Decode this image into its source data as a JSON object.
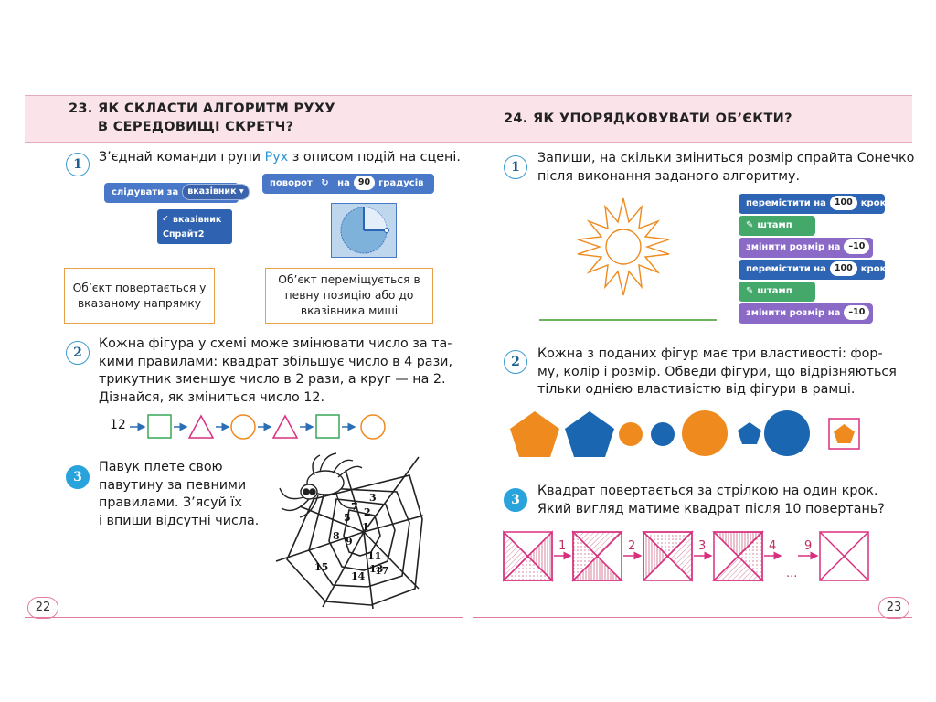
{
  "left": {
    "section_number": "23.",
    "section_title_1": "ЯК СКЛАСТИ АЛГОРИТМ РУХУ",
    "section_title_2": "В СЕРЕДОВИЩІ СКРЕТЧ?",
    "task1": {
      "num": "1",
      "text_before": "З’єднай команди групи ",
      "text_highlight": "Рух",
      "text_after": " з описом подій на сцені.",
      "block_follow": "слідувати за",
      "block_follow_value": "вказівник",
      "dropdown_items": [
        "вказівник",
        "Спрайт2"
      ],
      "block_turn": "поворот",
      "block_turn_on": "на",
      "block_turn_value": "90",
      "block_turn_unit": "градусів",
      "box1": "Об’єкт повертається у вказаному напрямку",
      "box2": "Об’єкт переміщується в певну позицію або до вказівника миші"
    },
    "task2": {
      "num": "2",
      "lines": [
        "Кожна фігура у схемі може змінювати число за та-",
        "кими правилами: квадрат збільшує число в 4 рази,",
        "трикутник зменшує число в 2 рази, а круг — на 2.",
        "Дізнайся, як зміниться число 12."
      ],
      "chain_start": "12"
    },
    "task3": {
      "num": "3",
      "lines": [
        "Павук плете свою",
        "павутину за певними",
        "правилами. З’ясуй їх",
        "і впиши відсутні числа."
      ],
      "web_numbers": [
        "3",
        "2",
        "1",
        "5",
        "7",
        "8",
        "9",
        "11",
        "13",
        "17",
        "14",
        "15"
      ]
    },
    "page_number": "22"
  },
  "right": {
    "section_number": "24.",
    "section_title": "ЯК УПОРЯДКОВУВАТИ ОБ’ЄКТИ?",
    "task1": {
      "num": "1",
      "lines": [
        "Запиши, на скільки зміниться розмір спрайта Сонечко",
        "після виконання заданого алгоритму."
      ],
      "blocks": [
        {
          "type": "move",
          "label": "перемістити на",
          "value": "100",
          "unit": "кроків"
        },
        {
          "type": "stamp",
          "label": "штамп"
        },
        {
          "type": "size",
          "label": "змінити розмір на",
          "value": "–10"
        },
        {
          "type": "move",
          "label": "перемістити на",
          "value": "100",
          "unit": "кроків"
        },
        {
          "type": "stamp",
          "label": "штамп"
        },
        {
          "type": "size",
          "label": "змінити розмір на",
          "value": "–10"
        }
      ]
    },
    "task2": {
      "num": "2",
      "lines": [
        "Кожна з поданих фігур має три властивості: фор-",
        "му, колір і розмір. Обведи фігури, що відрізняються",
        "тільки однією властивістю від фігури в рамці."
      ],
      "colors": {
        "orange": "#ee8a1e",
        "blue": "#1a66b0"
      }
    },
    "task3": {
      "num": "3",
      "lines": [
        "Квадрат повертається за стрілкою на один крок.",
        "Який вигляд матиме квадрат після 10 повертань?"
      ],
      "steps": [
        "1",
        "2",
        "3",
        "4",
        "9"
      ],
      "ellipsis": "..."
    },
    "page_number": "23"
  }
}
